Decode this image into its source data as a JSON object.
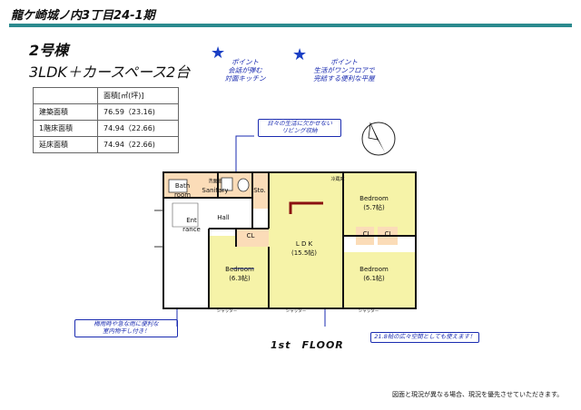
{
  "header": {
    "title": "龍ケ崎城ノ内3丁目24-1期"
  },
  "building": {
    "name": "2号棟",
    "plan": "3LDK＋カースペース2台"
  },
  "area_table": {
    "header": "面積[㎡(坪)]",
    "rows": [
      {
        "label": "建築面積",
        "value": "76.59（23.16)"
      },
      {
        "label": "1階床面積",
        "value": "74.94（22.66)"
      },
      {
        "label": "延床面積",
        "value": "74.94（22.66)"
      }
    ]
  },
  "points": [
    {
      "line1": "ポイント",
      "line2": "会話が弾む",
      "line3": "対面キッチン"
    },
    {
      "line1": "ポイント",
      "line2": "生活がワンフロアで",
      "line3": "完結する便利な平屋"
    }
  ],
  "callouts": {
    "storage": {
      "line1": "日々の生活に欠かせない",
      "line2": "リビング収納"
    },
    "laundry": {
      "line1": "梅雨時や急な雨に便利な",
      "line2": "室内物干し付き！"
    },
    "ldk_space": "21.8帖の広々空間としても使えます！"
  },
  "rooms": {
    "bath": "Bath",
    "bath2": "room",
    "sanitary": "Sanitary",
    "sto": "Sto.",
    "entrance": "Ent",
    "entrance2": "rance",
    "hall": "Hall",
    "cl": "CL",
    "ldk": "L D K",
    "ldk_size": "(15.5帖)",
    "bed_ne": "Bedroom",
    "bed_ne_size": "(5.7帖)",
    "bed_sw": "Bedroom",
    "bed_sw_size": "(6.3帖)",
    "bed_se": "Bedroom",
    "bed_se_size": "(6.1帖)",
    "washroom": "洗面室",
    "fridge": "冷蔵庫",
    "shutter": "シャッター"
  },
  "floor_label": "1st　FLOOR",
  "footer_note": "図面と現況が異なる場合、現況を優先させていただきます。",
  "colors": {
    "accent": "#2b8a8e",
    "room_fill": "#f6f3a8",
    "wet_fill": "#fbdcb8",
    "callout": "#1a2bb0"
  }
}
